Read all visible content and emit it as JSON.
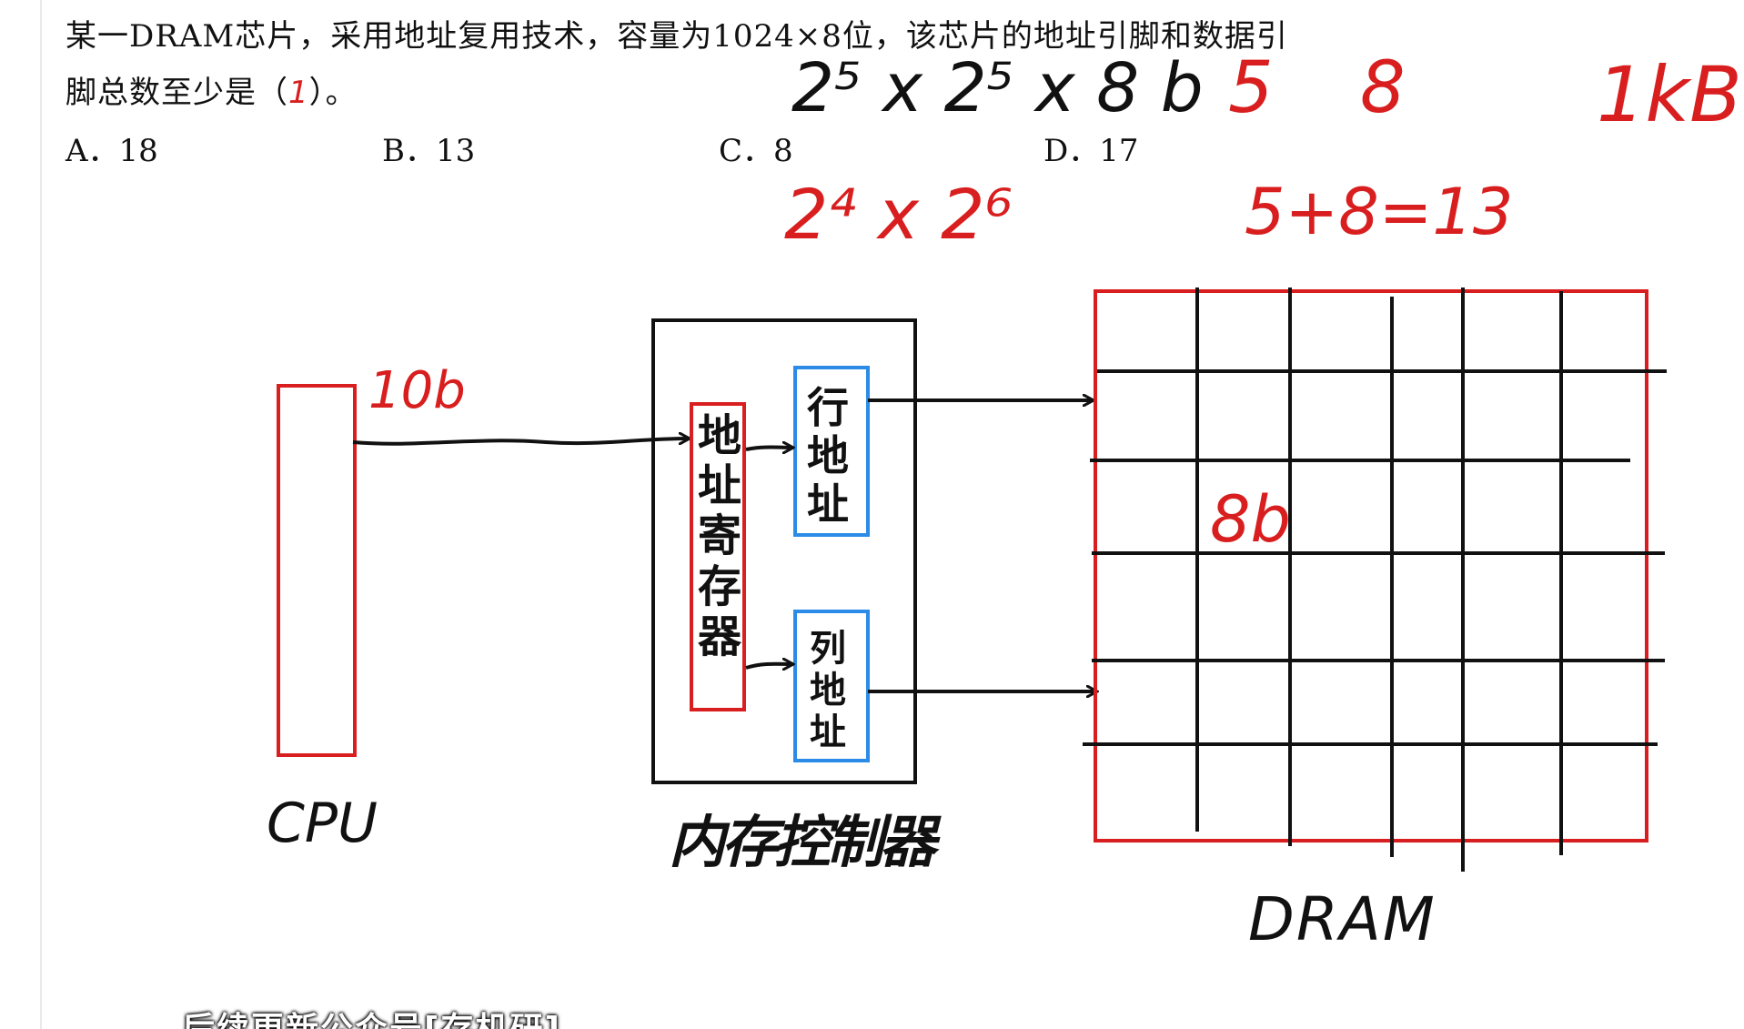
{
  "question": {
    "line1": "某一DRAM芯片，采用地址复用技术，容量为1024×8位，该芯片的地址引脚和数据引",
    "line2_prefix": "脚总数至少是（",
    "answer_mark": "1",
    "line2_suffix": "）。",
    "options": [
      {
        "text": "A．18"
      },
      {
        "text": "B．13"
      },
      {
        "text": "C．8"
      },
      {
        "text": "D．17"
      }
    ]
  },
  "annotations": {
    "top_expr": "2⁵ x 2⁵ x 8 b",
    "pins_addr": "5",
    "pins_data": "8",
    "capacity": "1kB",
    "alt_expr": "2⁴ x 2⁶",
    "sum": "5+8=13",
    "bus_width": "10b",
    "cell_width": "8b"
  },
  "diagram": {
    "cpu_label": "CPU",
    "controller_label": "内存控制器",
    "dram_label": "DRAM",
    "address_register_chars": [
      "地",
      "址",
      "寄",
      "存",
      "器"
    ],
    "row_address_chars": [
      "行",
      "地",
      "址"
    ],
    "col_address_chars": [
      "列",
      "地",
      "址"
    ]
  },
  "colors": {
    "ink": "#111111",
    "red_ink": "#d81e1e",
    "blue_box": "#2b8be6",
    "grid": "#111111"
  },
  "subtitle": "后续更新公众号[存机研]"
}
